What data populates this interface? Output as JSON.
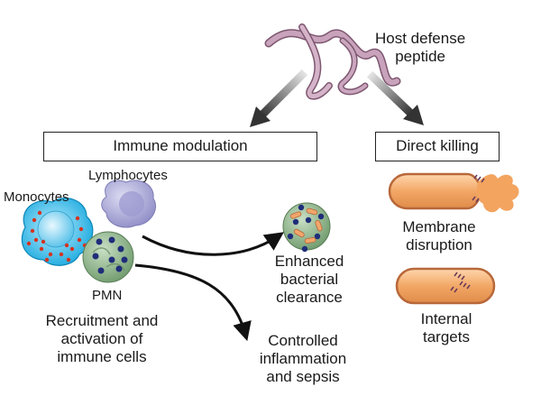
{
  "peptide": {
    "label_line1": "Host defense",
    "label_line2": "peptide"
  },
  "branches": {
    "immune": {
      "title": "Immune modulation"
    },
    "direct": {
      "title": "Direct killing"
    }
  },
  "cells": {
    "monocytes": "Monocytes",
    "lymphocytes": "Lymphocytes",
    "pmn": "PMN"
  },
  "outcomes": {
    "recruitment": [
      "Recruitment and",
      "activation of",
      "immune cells"
    ],
    "clearance": [
      "Enhanced",
      "bacterial",
      "clearance"
    ],
    "inflammation": [
      "Controlled",
      "inflammation",
      "and sepsis"
    ]
  },
  "direct_mechanisms": {
    "membrane": [
      "Membrane",
      "disruption"
    ],
    "internal": [
      "Internal",
      "targets"
    ]
  },
  "colors": {
    "peptide": "#b98aa6",
    "arrow_dark": "#333333",
    "monocyte": "#1db4e8",
    "lymphocyte": "#a8a6d6",
    "pmn": "#8fb58c",
    "granule": "#1f2d7a",
    "bacterium": "#f1a66b"
  }
}
